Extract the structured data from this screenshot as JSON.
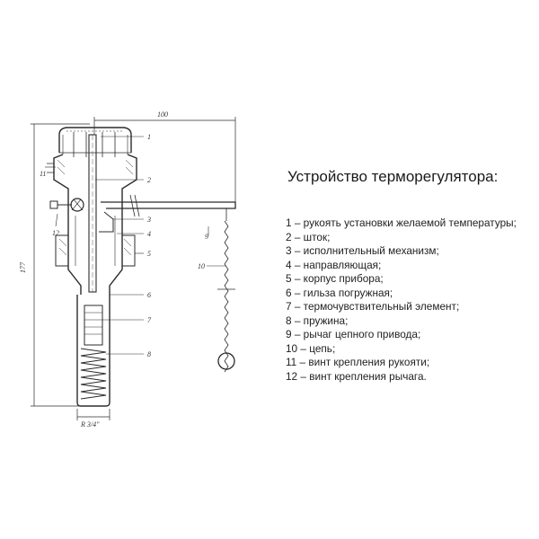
{
  "title": "Устройство терморегулятора:",
  "legend": [
    "1 – рукоять установки желаемой температуры;",
    "2 – шток;",
    "3 – исполнительный механизм;",
    "4 – направляющая;",
    "5 – корпус прибора;",
    "6 – гильза погружная;",
    "7 – термочувствительный элемент;",
    "8 – пружина;",
    "9 – рычаг цепного привода;",
    "10 – цепь;",
    "11 – винт крепления рукояти;",
    "12 – винт крепления рычага."
  ],
  "drawing": {
    "dimension_width": "100",
    "dimension_height": "177",
    "thread": "R 3/4\"",
    "callouts": [
      "1",
      "2",
      "3",
      "4",
      "5",
      "6",
      "7",
      "8",
      "9",
      "10",
      "11",
      "12"
    ]
  }
}
